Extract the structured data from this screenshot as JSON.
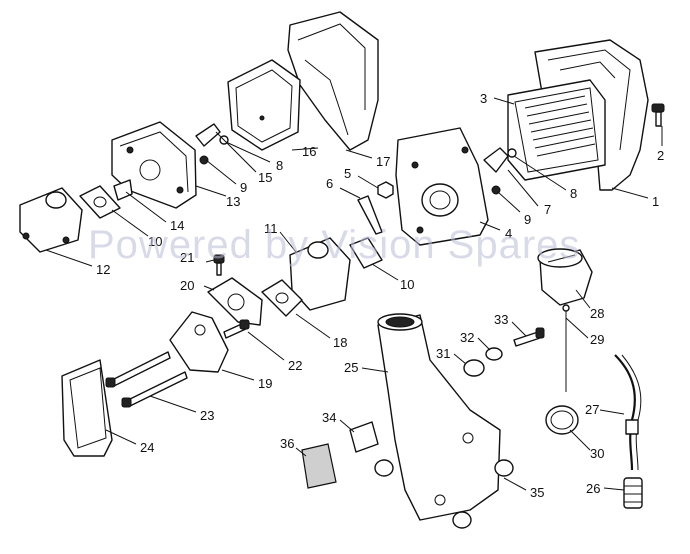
{
  "watermark": "Powered by Vision Spares",
  "callouts": [
    "1",
    "2",
    "3",
    "4",
    "5",
    "6",
    "7",
    "8",
    "8",
    "9",
    "9",
    "10",
    "10",
    "11",
    "12",
    "13",
    "14",
    "15",
    "16",
    "17",
    "18",
    "19",
    "20",
    "21",
    "22",
    "23",
    "24",
    "25",
    "26",
    "27",
    "28",
    "29",
    "30",
    "31",
    "32",
    "33",
    "34",
    "35",
    "36"
  ]
}
